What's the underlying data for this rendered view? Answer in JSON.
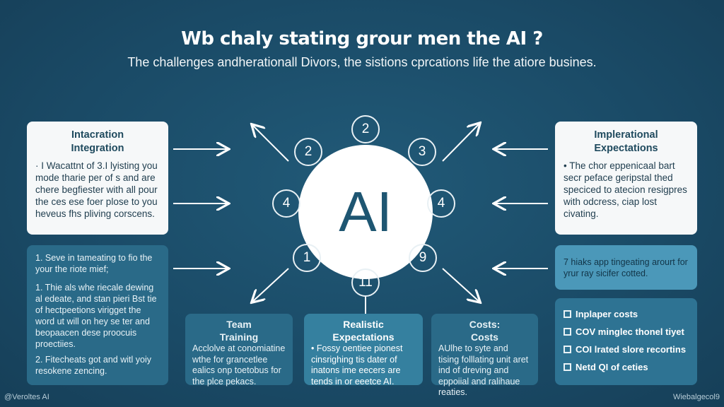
{
  "header": {
    "title": "Wb chaly stating grour men the AI ?",
    "subtitle": "The challenges andherationall Divors, the sistions cprcations life the atiore busines."
  },
  "center": {
    "label": "AI",
    "nodes": [
      "2",
      "2",
      "3",
      "4",
      "4",
      "1",
      "9",
      "11"
    ]
  },
  "left_top": {
    "title_line1": "Intacration",
    "title_line2": "Integration",
    "body": "· I Wacattnt of 3.I lyisting you mode tharie per of s and are chere begfiester with all pour the ces ese foer plose to you heveus fhs pliving corscens."
  },
  "left_bottom": {
    "p1": "1. Seve in tameating to fio the your the riote mief;",
    "p2": "1. Thie als whe riecale dewing al edeate, and stan pieri Bst tie of hectpeetions virigget the word ut will on hey se ter and beopaacen dese proocuis proectiies.",
    "p3": "2. Fitecheats got and witl yoiy resokene zencing."
  },
  "right_top": {
    "title_line1": "Implerational",
    "title_line2": "Expectations",
    "body": "• The chor eppenicaal bart secr peface geripstal thed speciced to atecion resigpres with odcress, ciap lost civating."
  },
  "right_mid": {
    "body": "7 hiaks app tingeating arourt for yrur ray sicifer cotted."
  },
  "right_bottom": {
    "items": [
      "Inplaper costs",
      "COV minglec thonel tiyet",
      "COI lrated slore recortins",
      "Netd QI of ceties"
    ]
  },
  "bottom": [
    {
      "title_line1": "Team",
      "title_line2": "Training",
      "body": "Acclolve at conomiatine wthe for grancetlee ealics onp toetobus for the plce pekacs."
    },
    {
      "title_line1": "Realistic",
      "title_line2": "Expectations",
      "body": "• Fossy oentiee pionest cinsrighing tis dater of inatons ime eecers are tends in or eeetce AI."
    },
    {
      "title_line1": "Costs:",
      "title_line2": "Costs",
      "body": "AUlhe to syte and tising folllating unit aret ind of dreving and eppoiial and ralihaue reaties."
    }
  ],
  "footer": {
    "left": "@Veroltes AI",
    "right": "Wiebalgecol9"
  }
}
